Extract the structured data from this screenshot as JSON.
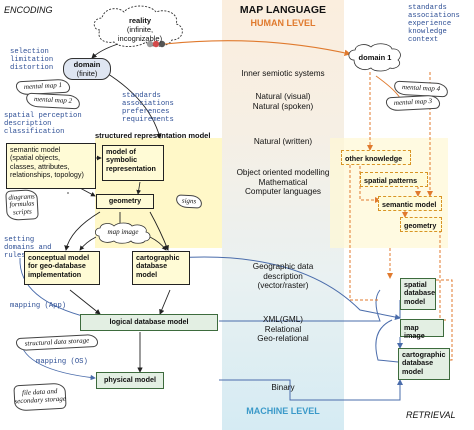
{
  "headers": {
    "encoding": "ENCODING",
    "map_language": "MAP LANGUAGE",
    "human_level": "HUMAN LEVEL",
    "machine_level": "MACHINE LEVEL",
    "retrieval": "RETRIEVAL"
  },
  "reality": {
    "title": "reality",
    "subtitle": "(infinite, incognizable)"
  },
  "left": {
    "selection_text": "selection\nlimitation\ndistortion",
    "domain_title": "domain",
    "domain_sub": "(finite)",
    "mental_map_1": "mental map 1",
    "mental_map_2": "mental map 2",
    "standards_text": "standards\nassociations\npreferences\nrequirements",
    "spatial_text": "spatial perception\ndescription\nclassification",
    "structured_model_title": "structured representation model",
    "semantic_model": "semantic model\n(spatial objects,\nclasses, attributes,\nrelationships, topology)",
    "symbolic_model": "model of\nsymbolic\nrepresentation",
    "geometry": "geometry",
    "diagrams_note": "diagrams\nformulas\nscripts",
    "signs_note": "signs",
    "map_image": "map image",
    "setting_text": "setting\ndomains and\nrules",
    "conceptual_model": "conceptual model\nfor geo-database\nimplementation",
    "cartographic_model": "cartographic\ndatabase\nmodel",
    "mapping_app": "mapping (App)",
    "logical_model": "logical database model",
    "structural_storage": "structural data storage",
    "mapping_os": "mapping (OS)",
    "physical_model": "physical model",
    "file_storage": "file data and\nsecondary storage"
  },
  "center": {
    "inner": "Inner semiotic systems",
    "natural_visual": "Natural (visual)\nNatural (spoken)",
    "natural_written": "Natural (written)",
    "oo": "Object oriented modelling\nMathematical\nComputer languages",
    "geo": "Geographic data\ndescription\n(vector/raster)",
    "xml": "XML(GML)\nRelational\nGeo-relational",
    "binary": "Binary"
  },
  "right": {
    "standards_text": "standards\nassociations\nexperience\nknowledge\ncontext",
    "domain_1": "domain 1",
    "mental_map_4": "mental map 4",
    "mental_map_3": "mental map 3",
    "other_knowledge": "other knowledge",
    "spatial_patterns": "spatial patterns",
    "semantic_model": "semantic model",
    "geometry": "geometry",
    "spatial_db": "spatial\ndatabase\nmodel",
    "map_image": "map image",
    "cartographic_db": "cartographic\ndatabase\nmodel"
  },
  "colors": {
    "blue_arrow": "#4a6cab",
    "orange_arrow": "#e07a2e",
    "yellow_panel": "#fff8c8",
    "green_box": "#e3efe3",
    "band_top": "#fbeede",
    "band_bottom": "#d5ebf3"
  }
}
